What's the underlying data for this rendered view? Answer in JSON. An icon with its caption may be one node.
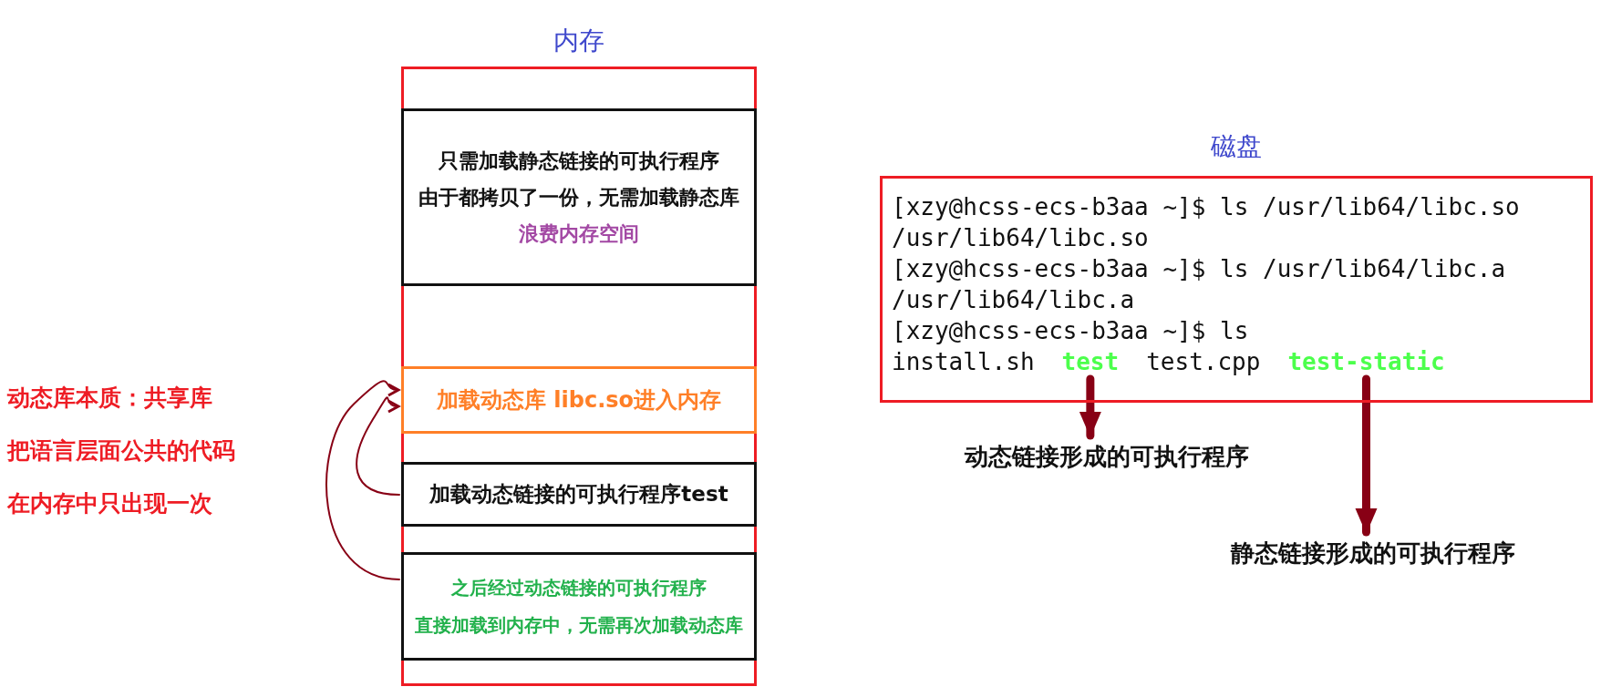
{
  "diagram": {
    "nodes": [
      {
        "text": [
          "内存"
        ]
      },
      {
        "text": [
          "只需加载静态链接的可执行程序",
          "由于都拷贝了一份，无需加载静态库",
          "浪费内存空间"
        ],
        "in": 0
      },
      {
        "text": [
          "加载动态库 libc.so进入内存"
        ],
        "in": 0
      },
      {
        "text": [
          "加载动态链接的可执行程序test"
        ],
        "in": 0
      },
      {
        "text": [
          "之后经过动态链接的可执行程序",
          "直接加载到内存中，无需再次加载动态库"
        ],
        "in": 0
      },
      {
        "text": [
          "磁盘",
          "[xzy@hcss-ecs-b3aa ~]$ ls /usr/lib64/libc.so",
          "/usr/lib64/libc.so",
          "[xzy@hcss-ecs-b3aa ~]$ ls /usr/lib64/libc.a",
          "/usr/lib64/libc.a",
          "[xzy@hcss-ecs-b3aa ~]$ ls"
        ]
      },
      {
        "text": [
          "install.sh"
        ],
        "in": 5
      },
      {
        "text": [
          "test"
        ],
        "in": 5
      },
      {
        "text": [
          "test.cpp"
        ],
        "in": 5
      },
      {
        "text": [
          "test-static"
        ],
        "in": 5
      },
      {
        "text": [
          "动态链接形成的可执行程序"
        ]
      },
      {
        "text": [
          "静态链接形成的可执行程序"
        ]
      }
    ],
    "edges": [
      {
        "from": 4,
        "to": 2,
        "arrow": "to"
      },
      {
        "from": 3,
        "to": 2,
        "arrow": "to"
      },
      {
        "from": 7,
        "to": 10,
        "arrow": "to",
        "style": "thick"
      },
      {
        "from": 9,
        "to": 11,
        "arrow": "to",
        "style": "thick"
      }
    ],
    "labels": [
      "动态库本质：共享库",
      "把语言层面公共的代码",
      "在内存中只出现一次"
    ]
  }
}
